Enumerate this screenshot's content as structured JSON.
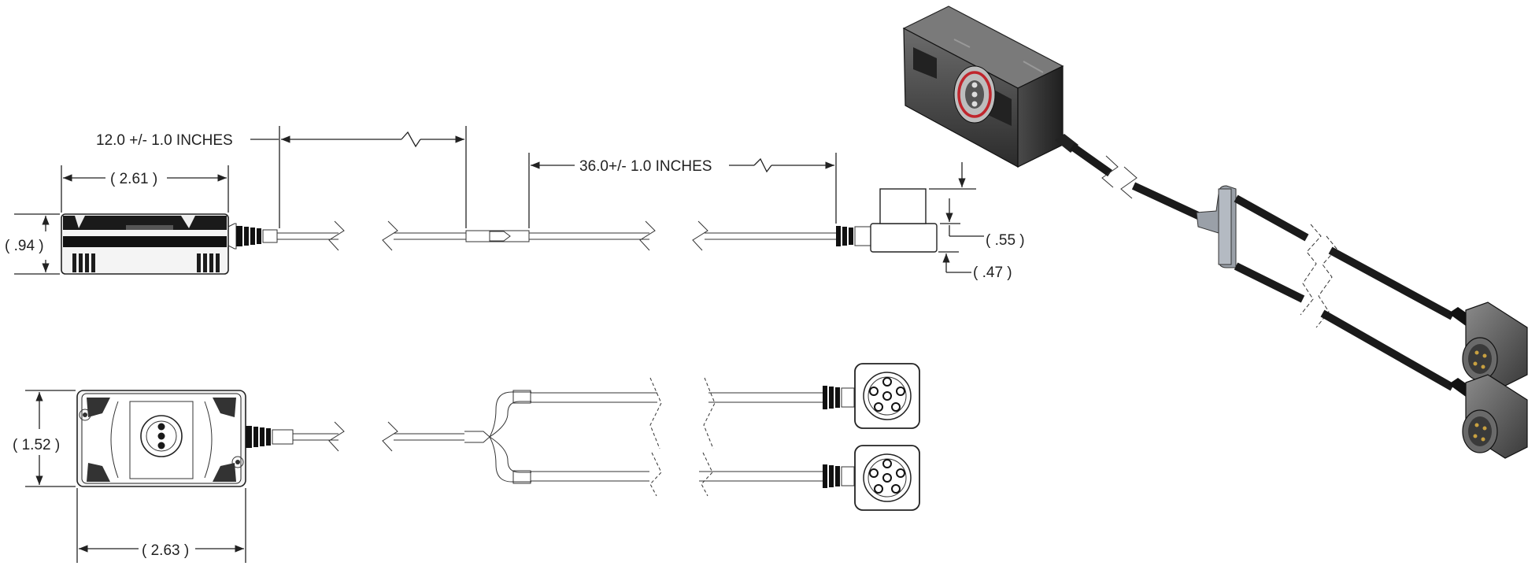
{
  "dimensions": {
    "cable_length_1": "12.0 +/- 1.0 INCHES",
    "cable_length_2": "36.0+/- 1.0 INCHES",
    "side_width": "( 2.61 )",
    "side_height": "( .94 )",
    "top_height": "( 1.52 )",
    "top_width": "( 2.63 )",
    "connector_height": "( .55 )",
    "connector_thickness": "( .47 )"
  },
  "colors": {
    "line": "#222222",
    "housing_dark": "#3a3a3a",
    "seal_red": "#c0262d",
    "y_splitter": "#9aa0a8"
  }
}
